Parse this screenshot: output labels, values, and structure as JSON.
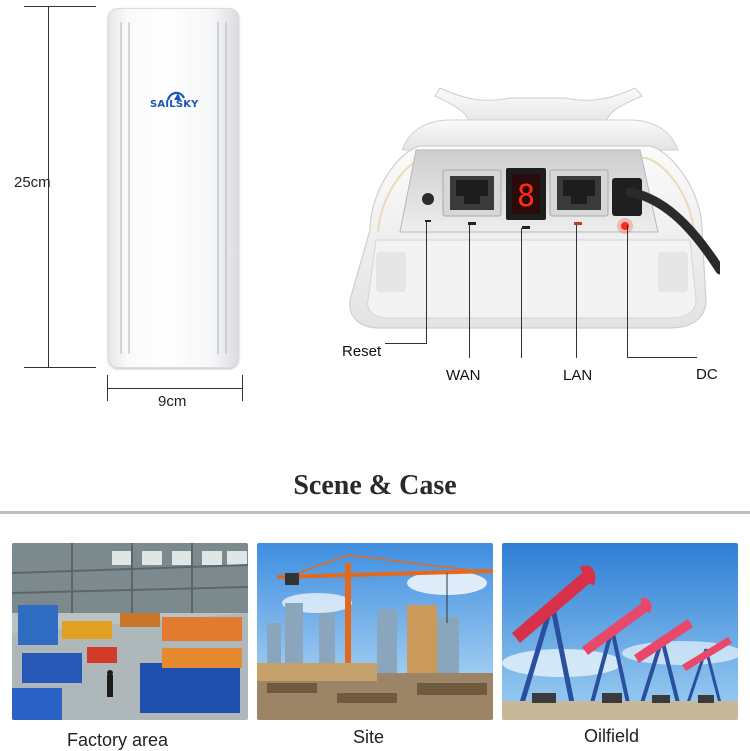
{
  "dimensions": {
    "height_label": "25cm",
    "width_label": "9cm"
  },
  "device": {
    "logo_text": "SAILSKY"
  },
  "ports": {
    "reset": "Reset",
    "wan": "WAN",
    "lan": "LAN",
    "dc": "DC"
  },
  "section": {
    "title": "Scene & Case"
  },
  "scenes": [
    {
      "caption": "Factory area"
    },
    {
      "caption": "Site"
    },
    {
      "caption": "Oilfield"
    }
  ],
  "colors": {
    "logo_blue": "#1b56b6",
    "led_red": "#ff2a1a",
    "divider": "#bdbdbd"
  }
}
